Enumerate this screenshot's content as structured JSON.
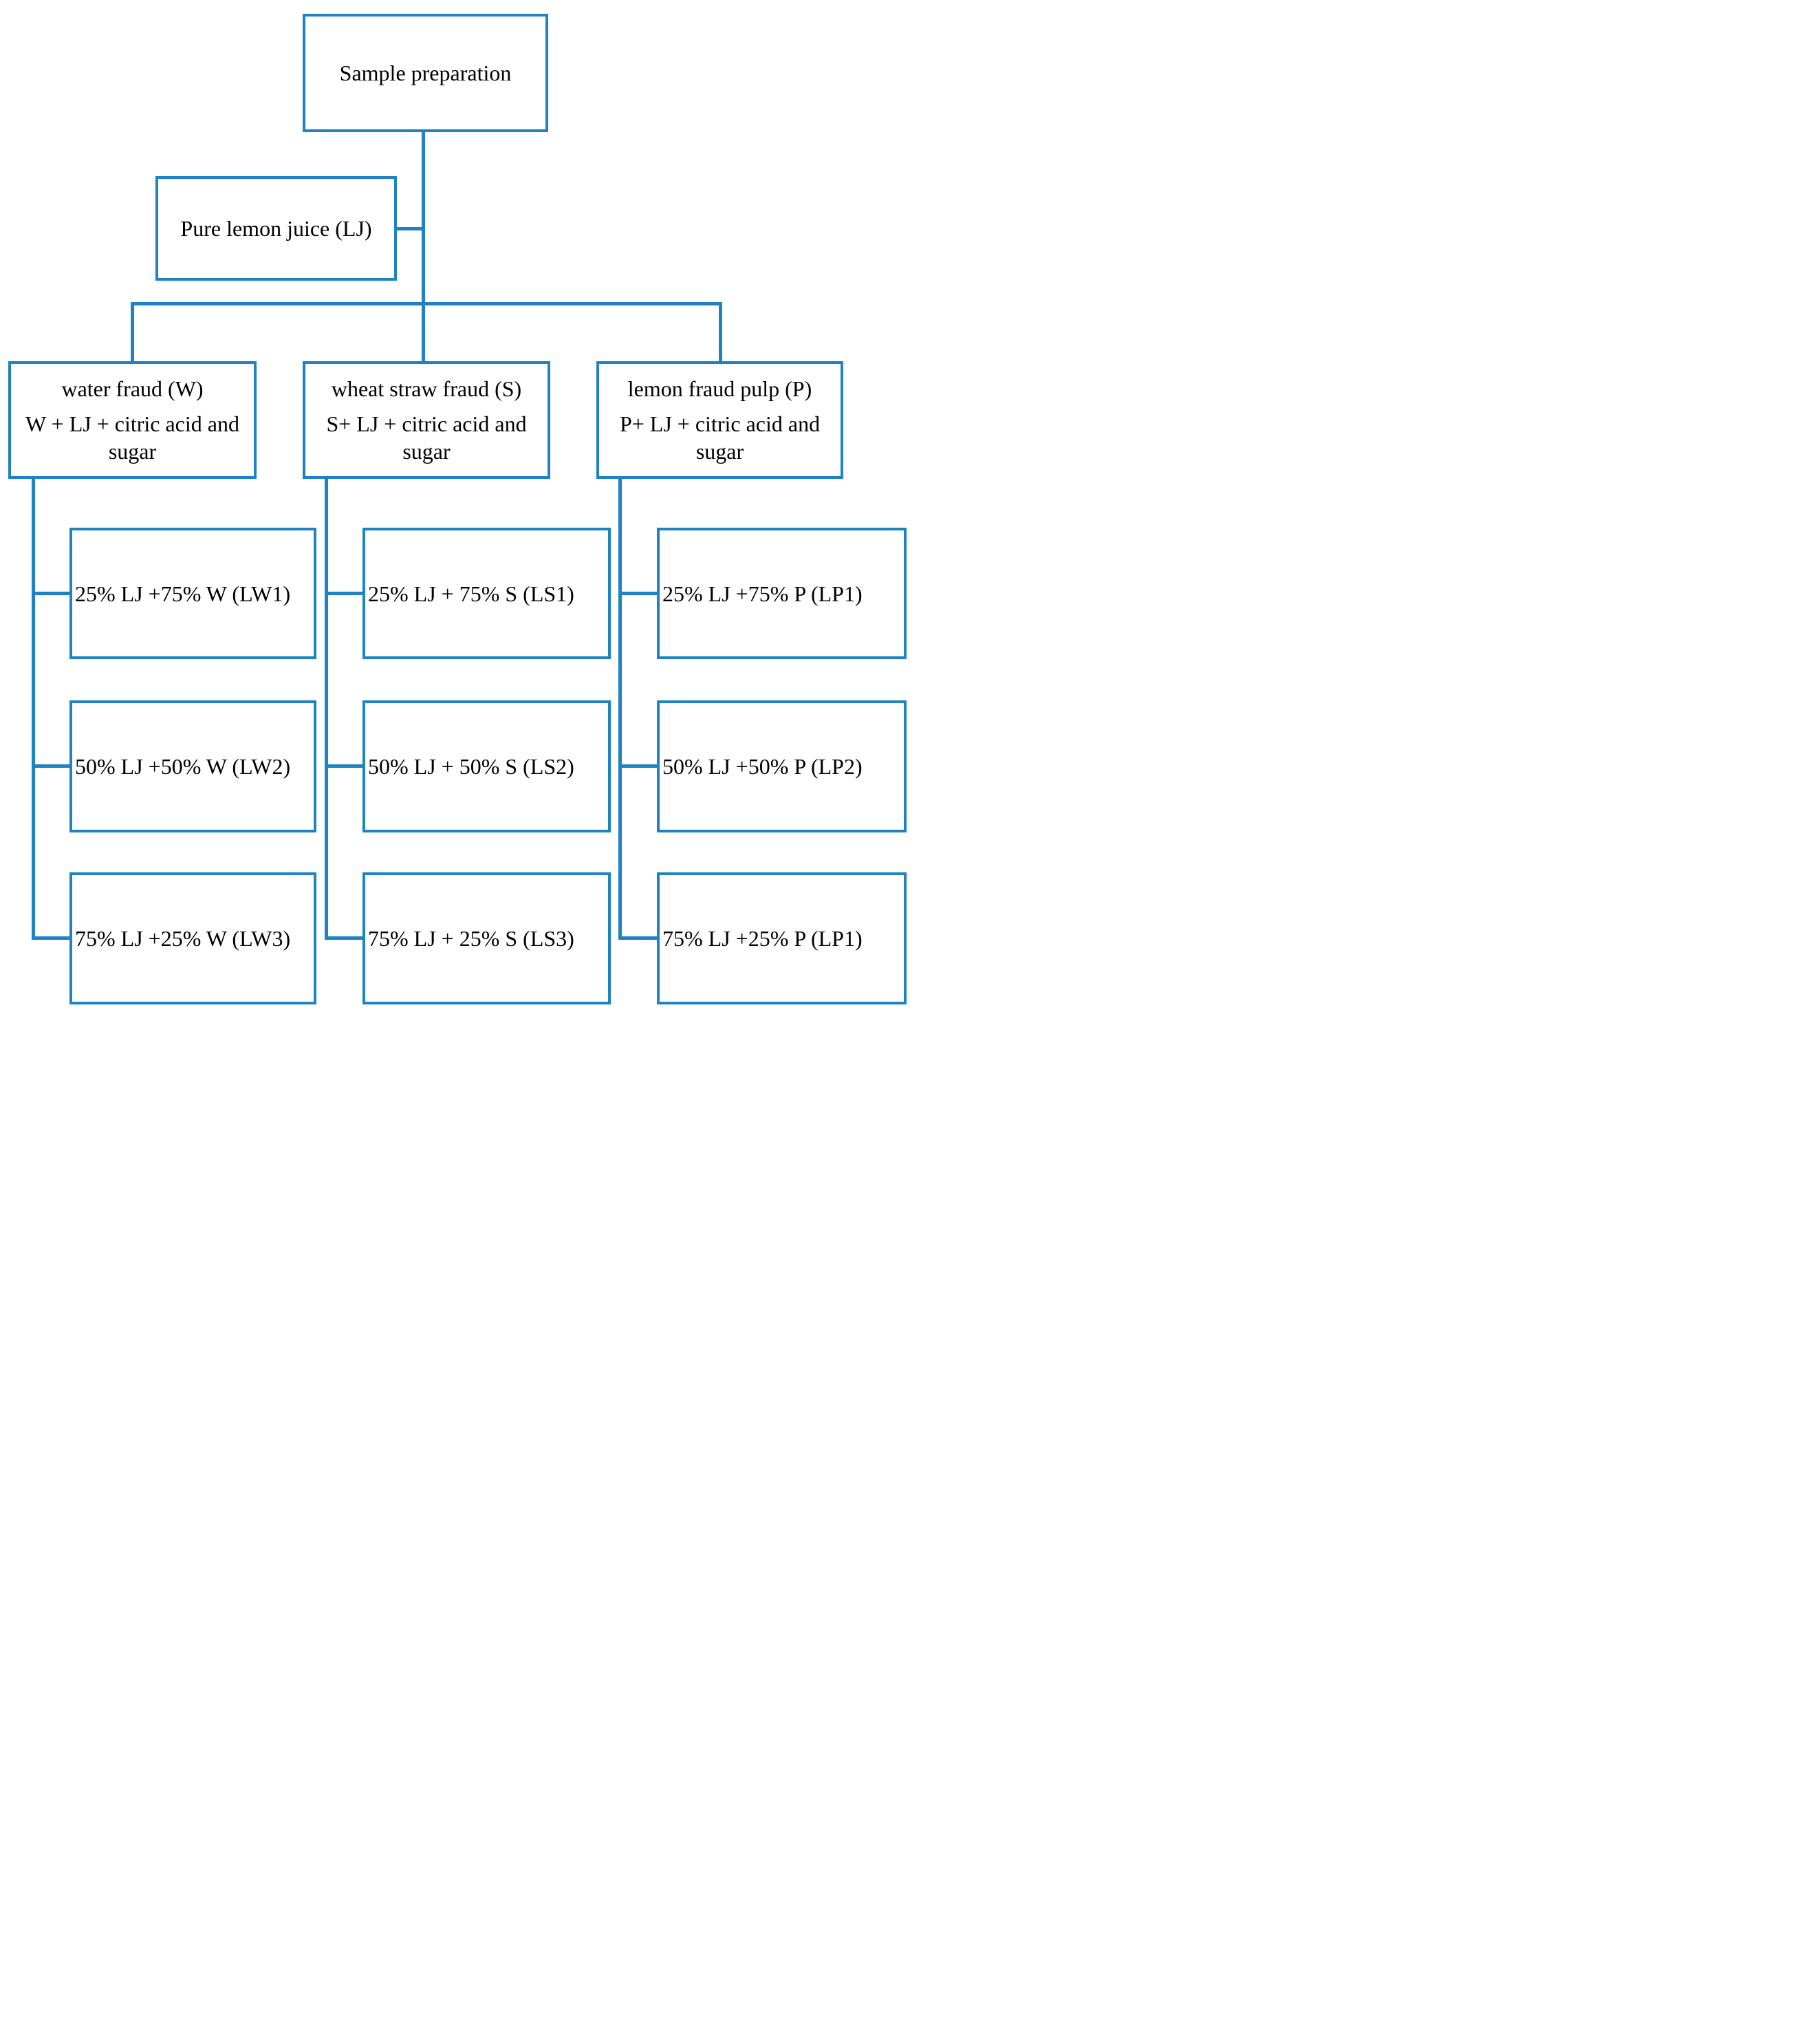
{
  "colors": {
    "line": "#1e82c4",
    "text": "#000000",
    "background": "#ffffff"
  },
  "root": {
    "label": "Sample preparation"
  },
  "source": {
    "label": "Pure lemon juice (LJ)"
  },
  "branches": [
    {
      "title": "water fraud (W)",
      "formula": "W + LJ + citric acid and sugar",
      "leaves": [
        {
          "label": "25% LJ +75% W (LW1)"
        },
        {
          "label": "50% LJ +50% W (LW2)"
        },
        {
          "label": "75% LJ +25% W (LW3)"
        }
      ]
    },
    {
      "title": "wheat straw fraud (S)",
      "formula": "S+ LJ + citric acid and sugar",
      "leaves": [
        {
          "label": "25% LJ + 75% S (LS1)"
        },
        {
          "label": "50% LJ + 50% S (LS2)"
        },
        {
          "label": "75% LJ + 25% S (LS3)"
        }
      ]
    },
    {
      "title": "lemon fraud pulp (P)",
      "formula": "P+ LJ + citric acid and sugar",
      "leaves": [
        {
          "label": "25% LJ +75% P (LP1)"
        },
        {
          "label": "50% LJ +50% P (LP2)"
        },
        {
          "label": "75% LJ +25% P (LP1)"
        }
      ]
    }
  ]
}
